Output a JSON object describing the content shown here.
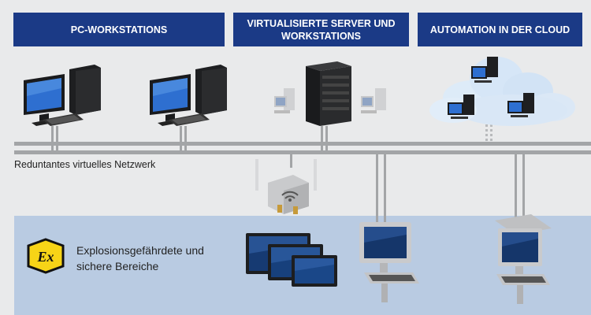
{
  "headers": {
    "pc_workstations": "PC-WORKSTATIONS",
    "virtual_servers_line1": "VIRTUALISIERTE SERVER UND",
    "virtual_servers_line2": "WORKSTATIONS",
    "cloud": "AUTOMATION IN DER CLOUD"
  },
  "network_label": "Reduntantes virtuelles Netzwerk",
  "zone_label_line1": "Explosionsgefährdete und",
  "zone_label_line2": "sichere Bereiche",
  "ex_symbol_text": "Ex",
  "colors": {
    "header_bg": "#1b3a86",
    "zone_bg": "#b9cbe2",
    "network_line": "#a3a5a7",
    "ex_yellow": "#f7d417"
  }
}
